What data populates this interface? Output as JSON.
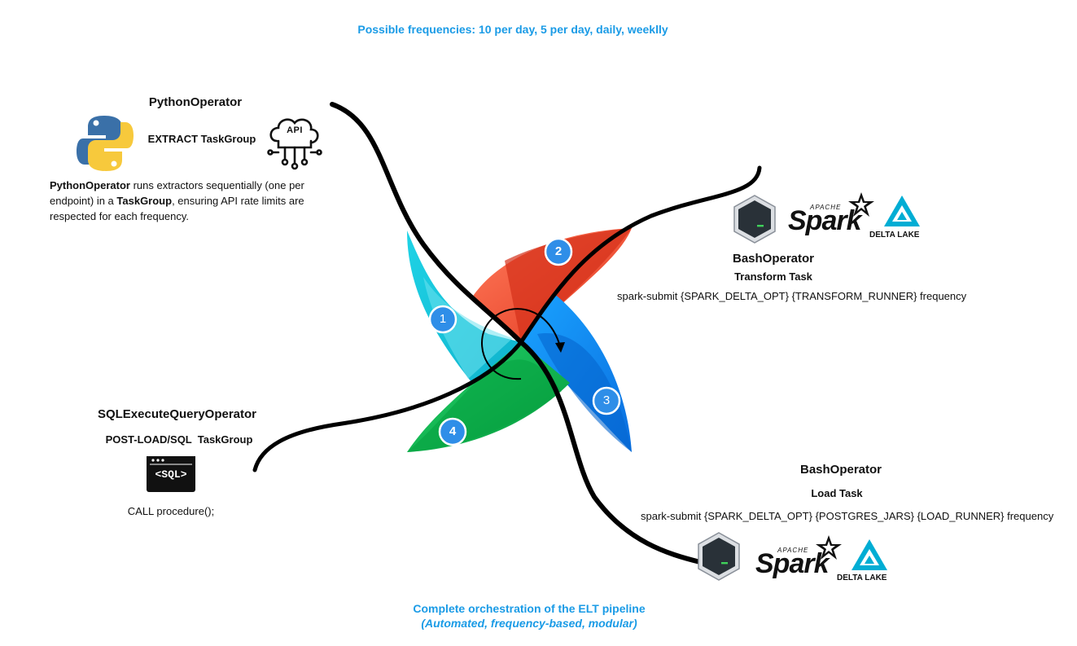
{
  "top_banner": "Possible frequencies: 10 per day, 5 per day, daily, weeklly",
  "extract": {
    "operator": "PythonOperator",
    "group": "EXTRACT TaskGroup",
    "desc_parts": [
      "PythonOperator",
      " runs extractors sequentially (one per endpoint) in a ",
      "TaskGroup",
      ", ensuring API rate limits are respected for each frequency."
    ],
    "api_label": "API"
  },
  "transform": {
    "operator": "BashOperator",
    "task": "Transform Task",
    "command": "spark-submit {SPARK_DELTA_OPT} {TRANSFORM_RUNNER} frequency",
    "spark_apache": "APACHE",
    "spark_word": "Spark",
    "delta": "DELTA LAKE"
  },
  "postload": {
    "operator": "SQLExecuteQueryOperator",
    "group": "POST-LOAD/SQL  TaskGroup",
    "sql_label": "<SQL>",
    "call": "CALL procedure();"
  },
  "load": {
    "operator": "BashOperator",
    "task": "Load Task",
    "command": "spark-submit {SPARK_DELTA_OPT} {POSTGRES_JARS} {LOAD_RUNNER} frequency",
    "spark_apache": "APACHE",
    "spark_word": "Spark",
    "delta": "DELTA LAKE"
  },
  "steps": [
    "1",
    "2",
    "3",
    "4"
  ],
  "footer": {
    "line1": "Complete orchestration of the ELT pipeline",
    "line2": "(Automated, frequency-based, modular)"
  },
  "colors": {
    "accent_blue": "#1a9be6",
    "blade_cyan": "#19c3d6",
    "blade_red": "#e2371f",
    "blade_blue": "#0a7be6",
    "blade_green": "#0aa845",
    "step_badge": "#2f8ee8"
  }
}
